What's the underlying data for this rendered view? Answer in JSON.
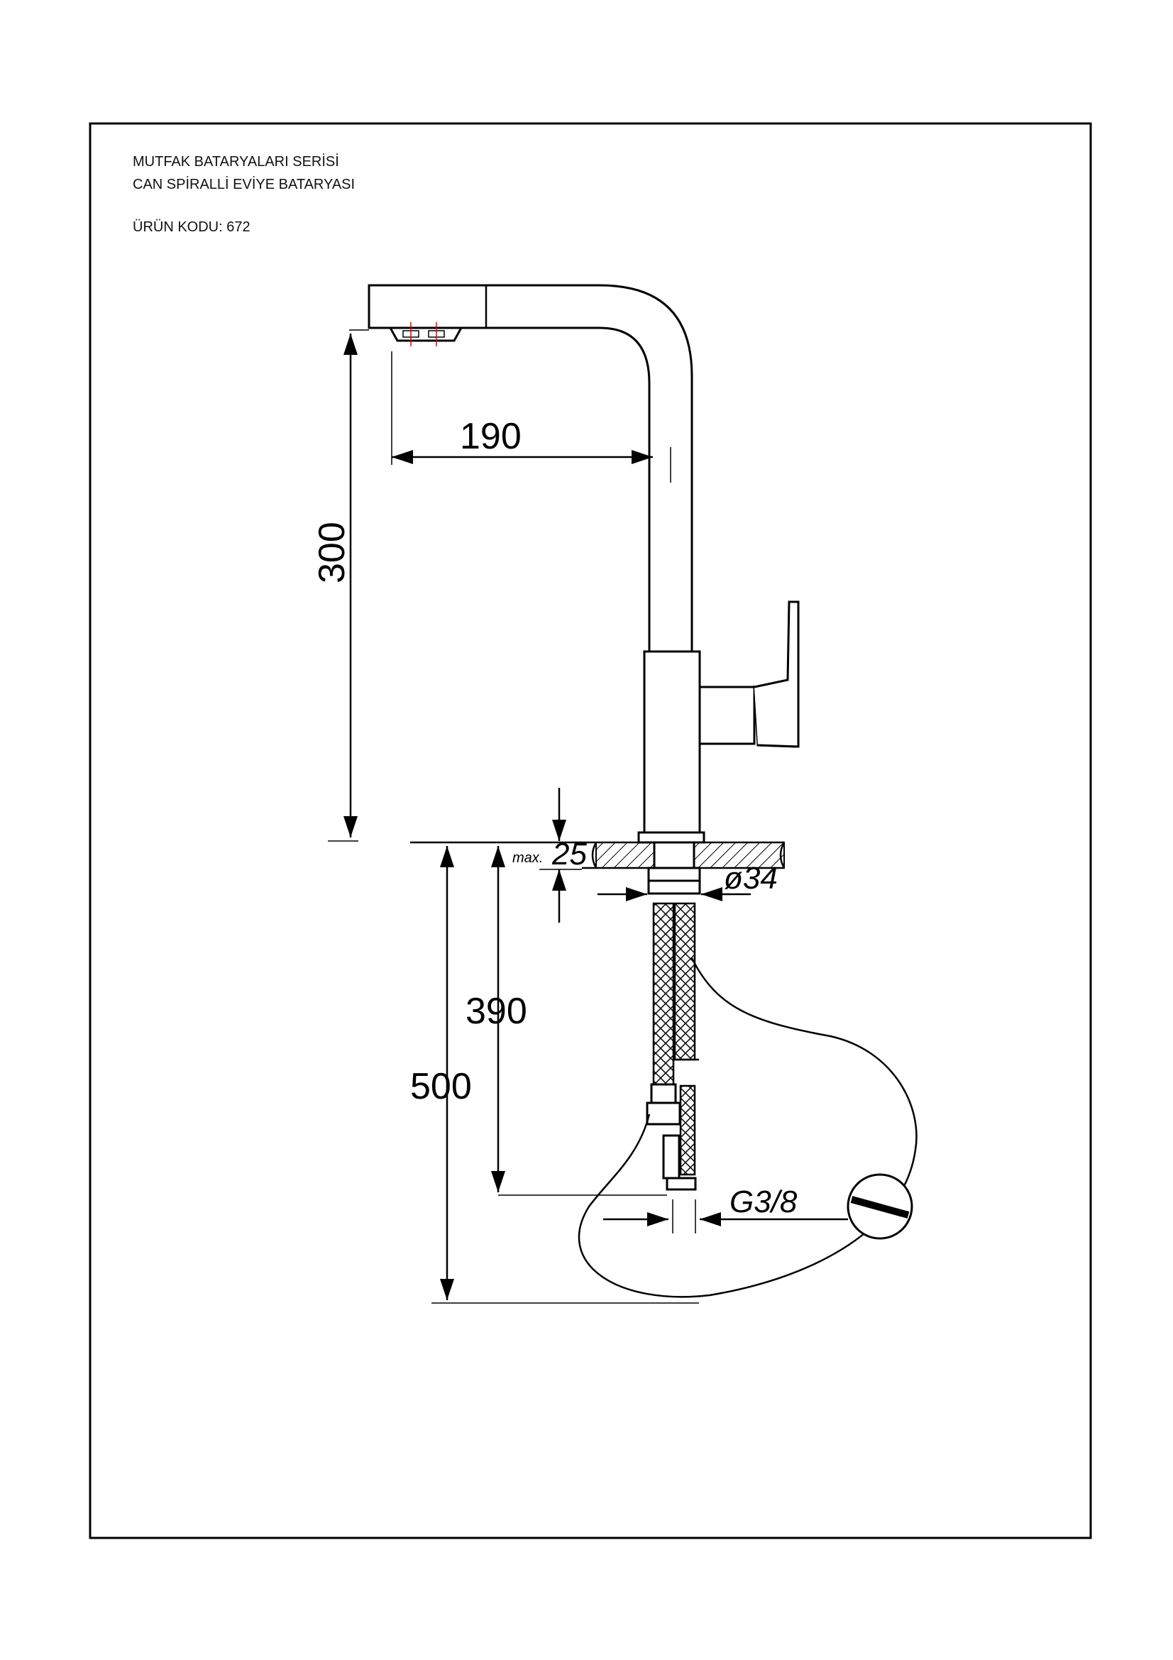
{
  "header": {
    "series": "MUTFAK BATARYALARI SERİSİ",
    "product": "CAN SPİRALLİ EVİYE BATARYASI",
    "code": "ÜRÜN KODU: 672"
  },
  "dimensions": {
    "spout_reach": "190",
    "spout_height": "300",
    "max_thickness_prefix": "max.",
    "max_thickness": "25",
    "diameter": "ø34",
    "hose_length": "390",
    "total_length": "500",
    "thread": "G3/8"
  }
}
